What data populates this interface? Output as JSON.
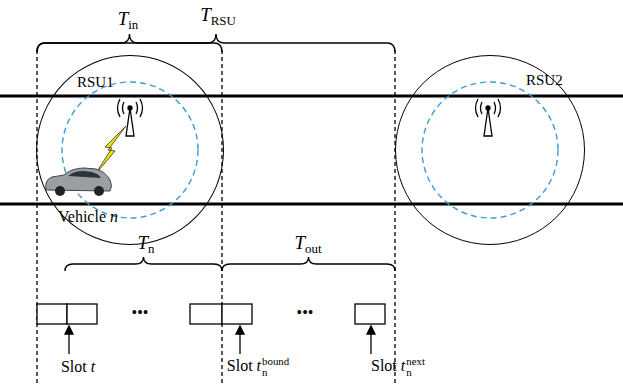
{
  "diagram": {
    "nodes": [
      {
        "text": [
          "RSU1"
        ]
      },
      {
        "text": [
          "RSU2"
        ]
      }
    ],
    "labels": [
      "Tin",
      "TRSU",
      "Vehicle n",
      "Tn",
      "Tout",
      "•••",
      "•••",
      "Slot t",
      "Slot tnbound",
      "Slot tnnext"
    ]
  }
}
